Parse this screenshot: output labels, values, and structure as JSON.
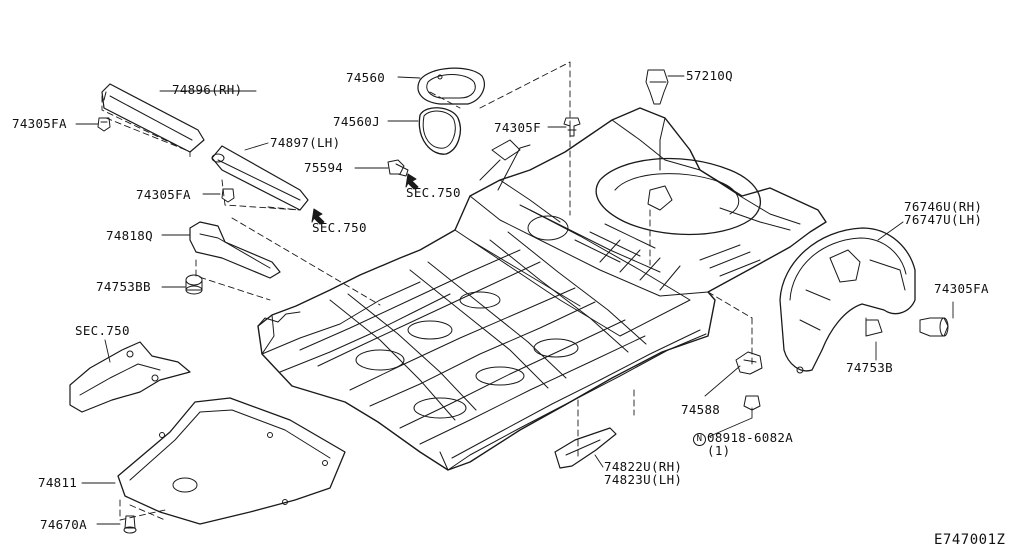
{
  "diagram": {
    "reference_code": "E747001Z",
    "callouts": [
      {
        "id": "74896RH",
        "text": "74896(RH)"
      },
      {
        "id": "74305FA_1",
        "text": "74305FA"
      },
      {
        "id": "74897LH",
        "text": "74897(LH)"
      },
      {
        "id": "74305FA_2",
        "text": "74305FA"
      },
      {
        "id": "74818Q",
        "text": "74818Q"
      },
      {
        "id": "74753BB",
        "text": "74753BB"
      },
      {
        "id": "SEC750_1",
        "text": "SEC.750"
      },
      {
        "id": "SEC750_2",
        "text": "SEC.750"
      },
      {
        "id": "SEC750_3",
        "text": "SEC.750"
      },
      {
        "id": "74560",
        "text": "74560"
      },
      {
        "id": "74560J",
        "text": "74560J"
      },
      {
        "id": "75594",
        "text": "75594"
      },
      {
        "id": "74305F",
        "text": "74305F"
      },
      {
        "id": "57210Q",
        "text": "57210Q"
      },
      {
        "id": "76746U",
        "text": "76746U(RH)"
      },
      {
        "id": "76747U",
        "text": "76747U(LH)"
      },
      {
        "id": "74305FA_3",
        "text": "74305FA"
      },
      {
        "id": "74753B",
        "text": "74753B"
      },
      {
        "id": "74588",
        "text": "74588"
      },
      {
        "id": "08918",
        "symbol": "N",
        "text": "08918-6082A",
        "qty": "(1)"
      },
      {
        "id": "74822U",
        "text": "74822U(RH)"
      },
      {
        "id": "74823U",
        "text": "74823U(LH)"
      },
      {
        "id": "74811",
        "text": "74811"
      },
      {
        "id": "74670A",
        "text": "74670A"
      }
    ]
  }
}
